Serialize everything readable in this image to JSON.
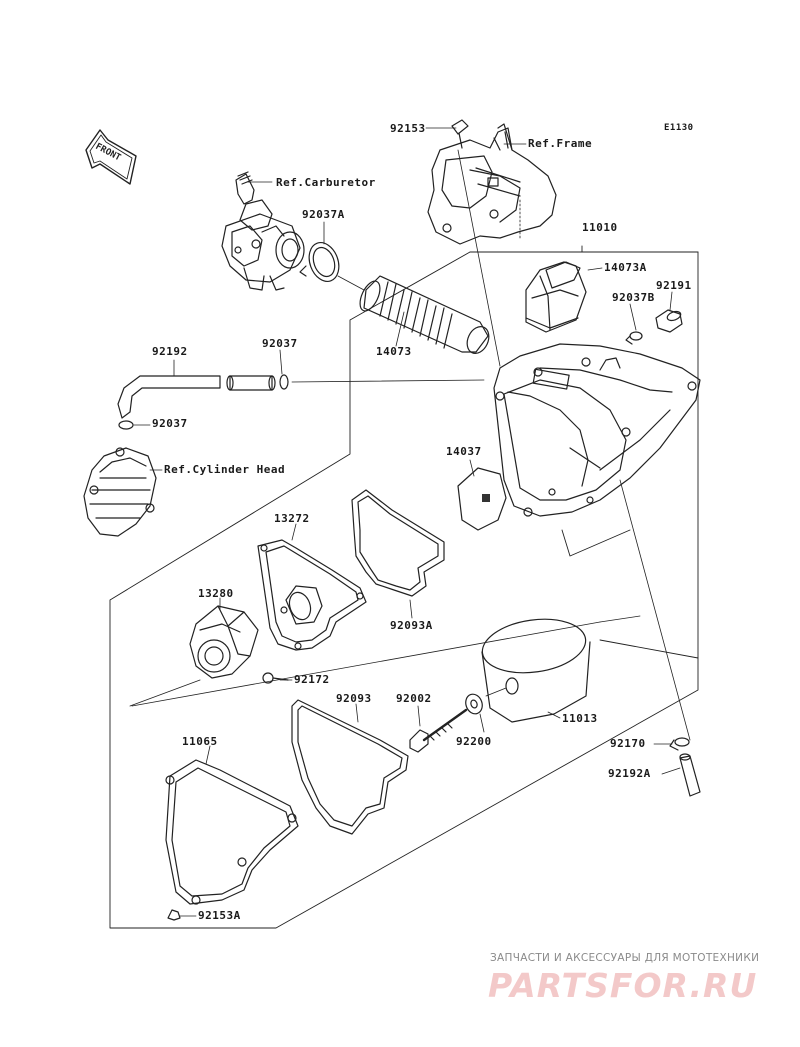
{
  "diagram_code": "E1130",
  "front_label": "FRONT",
  "refs": {
    "frame": "Ref.Frame",
    "carburetor": "Ref.Carburetor",
    "cylinder_head": "Ref.Cylinder Head"
  },
  "parts": {
    "p92153": "92153",
    "p11010": "11010",
    "p14073A": "14073A",
    "p92037B": "92037B",
    "p92191": "92191",
    "p92037A": "92037A",
    "p14073": "14073",
    "p92192": "92192",
    "p92037_hose": "92037",
    "p92037_clip": "92037",
    "p14037": "14037",
    "p13272": "13272",
    "p13280": "13280",
    "p92093A": "92093A",
    "p92172": "92172",
    "p92093": "92093",
    "p92002": "92002",
    "p11013": "11013",
    "p92200": "92200",
    "p11065": "11065",
    "p92170": "92170",
    "p92192A": "92192A",
    "p92153A": "92153A"
  },
  "watermark": {
    "tagline": "ЗАПЧАСТИ И АКСЕССУАРЫ ДЛЯ МОТОТЕХНИКИ",
    "logo": "PARTSFOR.RU"
  }
}
